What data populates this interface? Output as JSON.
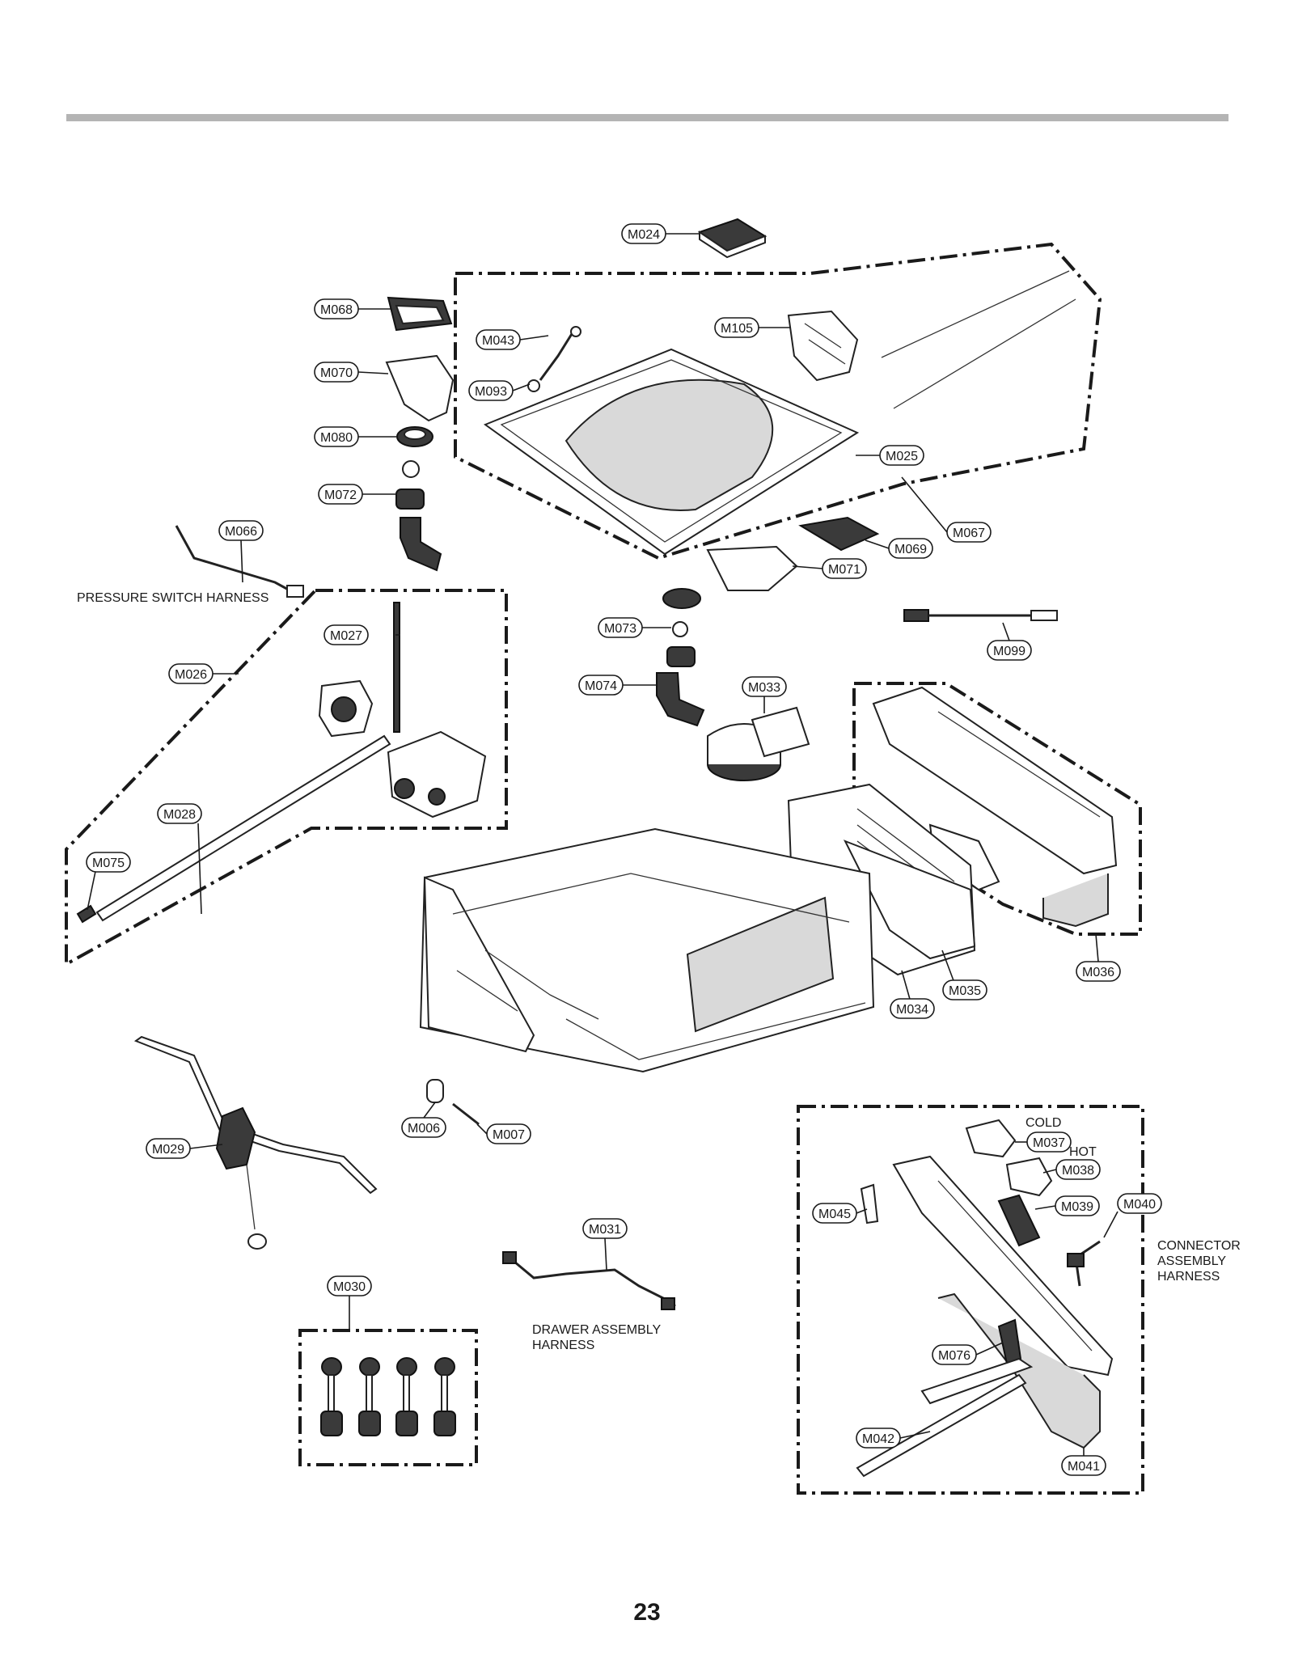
{
  "page": {
    "number": "23",
    "header_rule_color": "#b4b4b4"
  },
  "callouts": {
    "M024": "M024",
    "M068": "M068",
    "M043": "M043",
    "M105": "M105",
    "M070": "M070",
    "M093": "M093",
    "M080": "M080",
    "M025": "M025",
    "M072": "M072",
    "M067": "M067",
    "M066": "M066",
    "M069": "M069",
    "M071": "M071",
    "M027": "M027",
    "M073": "M073",
    "M099": "M099",
    "M026": "M026",
    "M074": "M074",
    "M033": "M033",
    "M028": "M028",
    "M075": "M075",
    "M036": "M036",
    "M035": "M035",
    "M034": "M034",
    "M029": "M029",
    "M006": "M006",
    "M007": "M007",
    "M037": "M037",
    "M038": "M038",
    "M045": "M045",
    "M039": "M039",
    "M040": "M040",
    "M031": "M031",
    "M030": "M030",
    "M076": "M076",
    "M042": "M042",
    "M041": "M041"
  },
  "labels": {
    "pressure_switch_harness": "PRESSURE SWITCH HARNESS",
    "drawer_assembly_harness_line1": "DRAWER ASSEMBLY",
    "drawer_assembly_harness_line2": "HARNESS",
    "cold": "COLD",
    "hot": "HOT",
    "connector_assembly_harness_line1": "CONNECTOR",
    "connector_assembly_harness_line2": "ASSEMBLY",
    "connector_assembly_harness_line3": "HARNESS"
  }
}
